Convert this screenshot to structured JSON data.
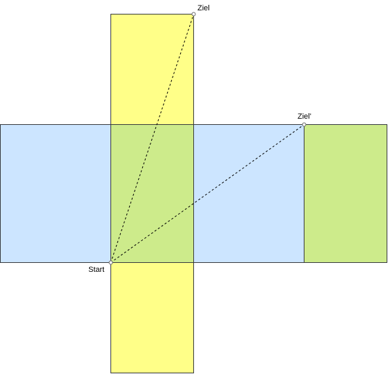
{
  "labels": {
    "start": "Start",
    "ziel": "Ziel",
    "ziel_prime": "Ziel'"
  },
  "colors": {
    "yellow": "#ffff88",
    "blue": "#cce5ff",
    "green": "#cdeb8b",
    "stroke": "#36393d",
    "line": "#000000",
    "point_fill": "#ffffff",
    "point_stroke": "#666666"
  }
}
